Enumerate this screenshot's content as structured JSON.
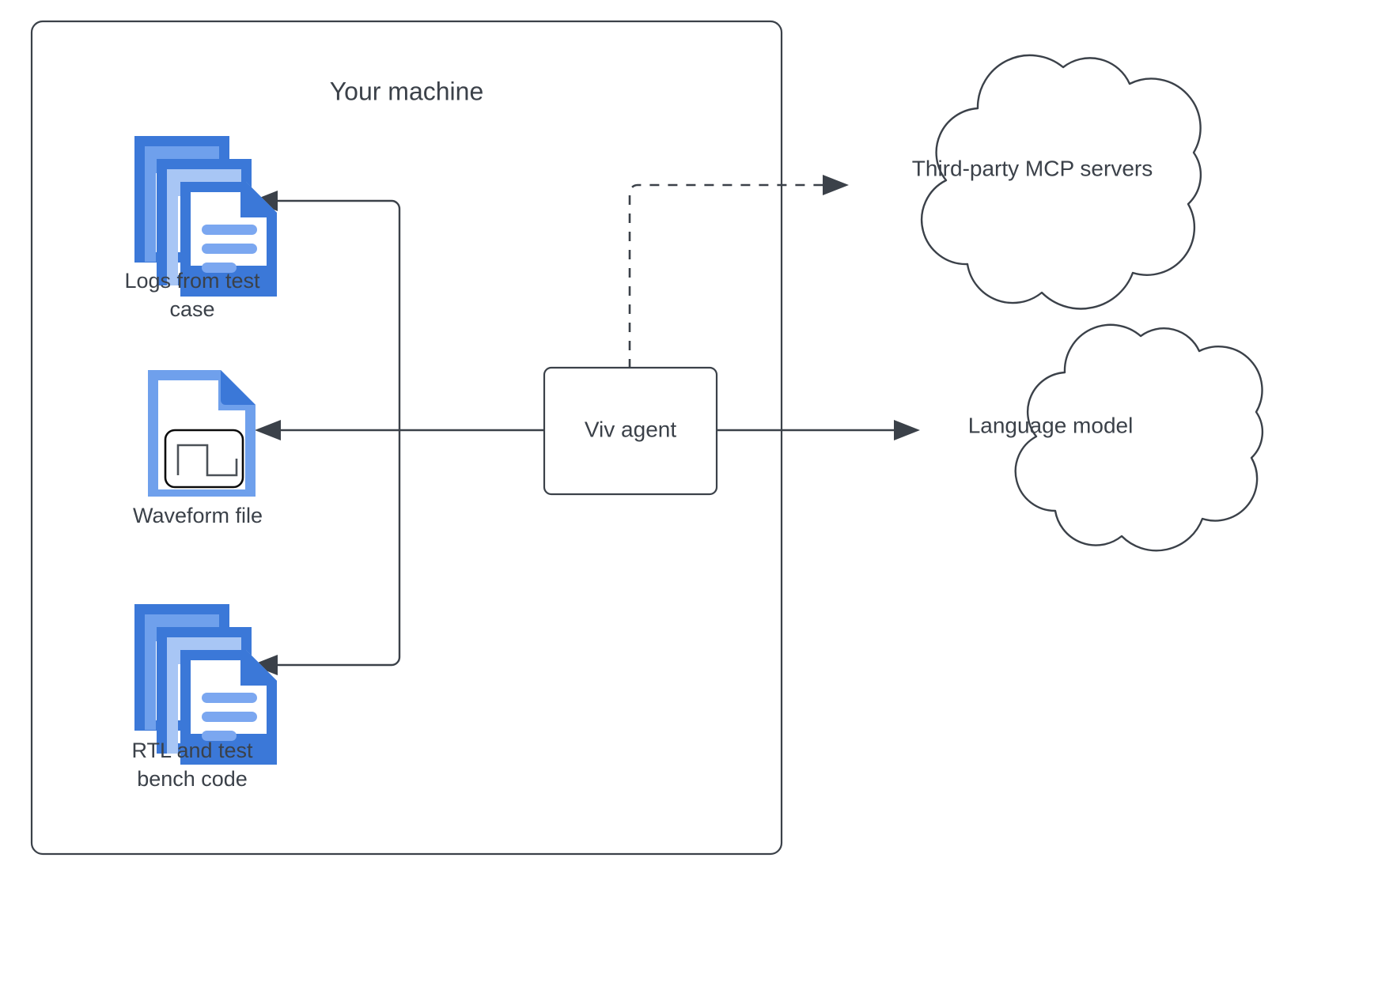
{
  "diagram": {
    "title": "Viv agent architecture",
    "background_color": "#ffffff",
    "stroke_color": "#3b4149",
    "accent_blue": "#3b78d8",
    "accent_blue_light": "#7ba7f0"
  },
  "boundary": {
    "label": "Your machine",
    "name": "your-machine-boundary"
  },
  "artifacts": [
    {
      "id": "logs-from-test-case",
      "label": "Logs from test case",
      "label_line1": "Logs from test",
      "label_line2": "case",
      "icon": "document-stack-icon"
    },
    {
      "id": "waveform-file",
      "label": "Waveform file",
      "label_line1": "Waveform file",
      "label_line2": "",
      "icon": "waveform-file-icon"
    },
    {
      "id": "rtl-and-test-bench-code",
      "label": "RTL and test bench code",
      "label_line1": "RTL and test",
      "label_line2": "bench code",
      "icon": "document-stack-icon"
    }
  ],
  "agent": {
    "label": "Viv agent",
    "name": "viv-agent-box"
  },
  "clouds": [
    {
      "id": "third-party-mcp-servers",
      "label": "Third-party MCP servers",
      "connector": "dashed"
    },
    {
      "id": "language-model",
      "label": "Language model",
      "connector": "solid"
    }
  ],
  "connectors": [
    {
      "from": "viv-agent-box",
      "to": "logs-from-test-case",
      "style": "solid",
      "direction": "left"
    },
    {
      "from": "viv-agent-box",
      "to": "waveform-file",
      "style": "solid",
      "direction": "left"
    },
    {
      "from": "viv-agent-box",
      "to": "rtl-and-test-bench-code",
      "style": "solid",
      "direction": "left"
    },
    {
      "from": "viv-agent-box",
      "to": "third-party-mcp-servers",
      "style": "dashed",
      "direction": "right"
    },
    {
      "from": "viv-agent-box",
      "to": "language-model",
      "style": "solid",
      "direction": "right"
    }
  ]
}
